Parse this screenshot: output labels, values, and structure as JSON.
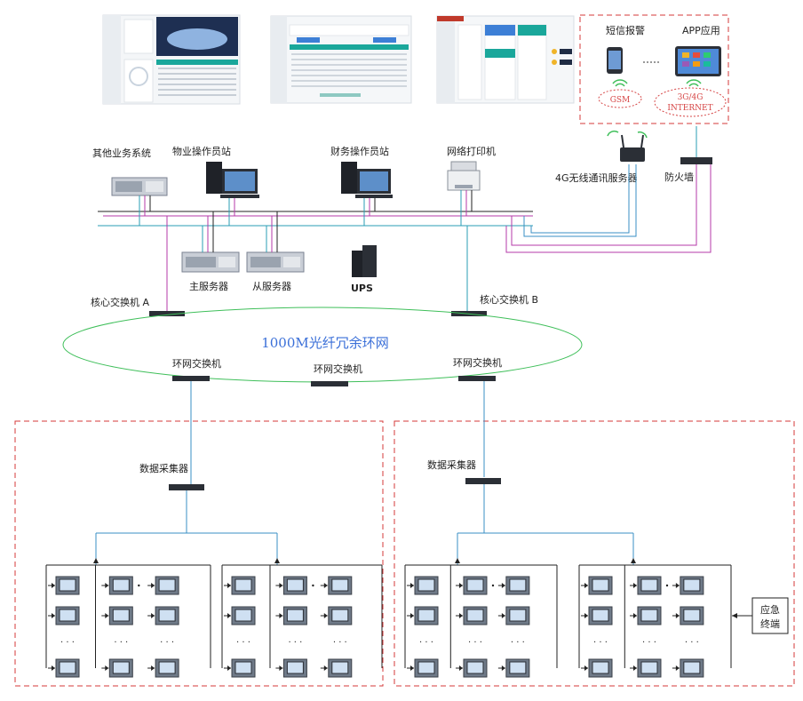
{
  "labels": {
    "other_systems": "其他业务系统",
    "property_station": "物业操作员站",
    "finance_station": "财务操作员站",
    "network_printer": "网络打印机",
    "main_server": "主服务器",
    "slave_server": "从服务器",
    "ups": "UPS",
    "core_switch_a": "核心交换机 A",
    "core_switch_b": "核心交换机 B",
    "ring_network": "1000M光纤冗余环网",
    "ring_switch_1": "环网交换机",
    "ring_switch_2": "环网交换机",
    "ring_switch_3": "环网交换机",
    "collector_left": "数据采集器",
    "collector_right": "数据采集器",
    "sms_alarm": "短信报警",
    "app": "APP应用",
    "gsm": "GSM",
    "internet_line1": "3G/4G",
    "internet_line2": "INTERNET",
    "wireless_server": "4G无线通讯服务器",
    "firewall": "防火墙",
    "emergency_line1": "应急",
    "emergency_line2": "终端",
    "dots": "· · ·"
  },
  "colors": {
    "magenta_line": "#b43aa8",
    "blue_line": "#3a8fc4",
    "teal_line": "#2a9db5",
    "black_line": "#222222",
    "dashed_border": "#d43a3a",
    "ring_text": "#3a6fd8",
    "device_body": "#2b2f36",
    "screen_blue": "#5d8fc9"
  },
  "icons": {
    "server": "rack-server-icon",
    "workstation": "desktop-computer-icon",
    "printer": "printer-icon",
    "ups": "ups-tower-icon",
    "switch": "network-switch-icon",
    "router": "wireless-router-icon",
    "phone": "smartphone-icon",
    "tablet": "tablet-icon",
    "cloud": "cloud-icon",
    "wifi": "wifi-signal-icon",
    "meter": "power-meter-icon"
  }
}
